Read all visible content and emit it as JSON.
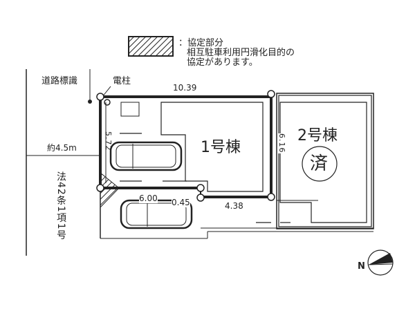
{
  "legend": {
    "line1": "：協定部分",
    "line2": "相互駐車利用円滑化目的の",
    "line3": "協定があります。"
  },
  "labels": {
    "road_sign": "道路標識",
    "utility_pole": "電柱",
    "road_width": "約4.5m",
    "road_law": "法42条1項1号",
    "building1": "1号棟",
    "building2": "2号棟",
    "sold_mark": "済",
    "north": "N"
  },
  "dimensions": {
    "top": "10.39",
    "left": "5.72",
    "right": "6.16",
    "bottom_a": "6.00",
    "bottom_b": "0.45",
    "bottom_c": "4.38"
  }
}
